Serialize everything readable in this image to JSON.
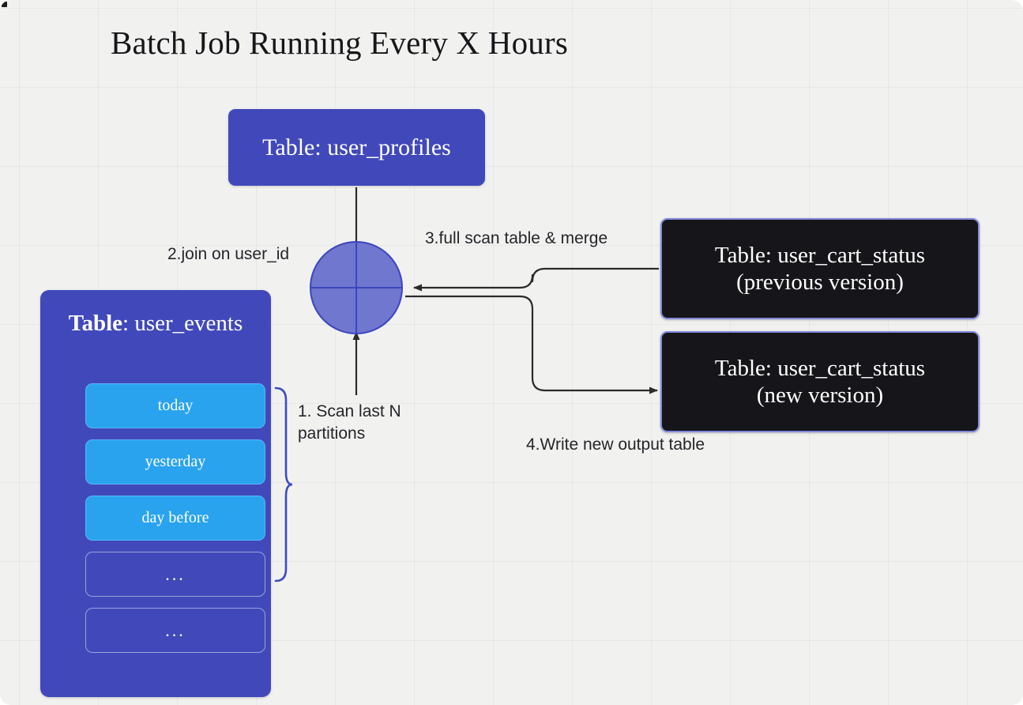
{
  "title": "Batch Job Running Every X Hours",
  "colors": {
    "background": "#f1f1f0",
    "purple_node": "#4149ba",
    "dark_node": "#16161a",
    "dark_node_border": "#8289dc",
    "join_circle": "#6f77ce",
    "partition_active": "#2aa3ef",
    "arrow": "#2b2b2b",
    "brace": "#3b4cc0",
    "text_dark": "#25252a",
    "text_light": "#ffffff"
  },
  "nodes": {
    "user_profiles": {
      "label": "Table: user_profiles"
    },
    "user_events": {
      "title_strong": "Table",
      "title_rest": ": user_events",
      "partitions": [
        {
          "label": "today",
          "type": "active"
        },
        {
          "label": "yesterday",
          "type": "active"
        },
        {
          "label": "day before",
          "type": "active"
        },
        {
          "label": "...",
          "type": "placeholder"
        },
        {
          "label": "...",
          "type": "placeholder"
        }
      ]
    },
    "join": {
      "label": "join-circle"
    },
    "cart_previous": {
      "line1": "Table: user_cart_status",
      "line2": "(previous version)"
    },
    "cart_new": {
      "line1": "Table: user_cart_status",
      "line2": "(new version)"
    }
  },
  "edge_labels": {
    "scan": "1. Scan last N partitions",
    "join": "2.join on user_id",
    "full_scan": "3.full scan table & merge",
    "write": "4.Write new output table"
  }
}
